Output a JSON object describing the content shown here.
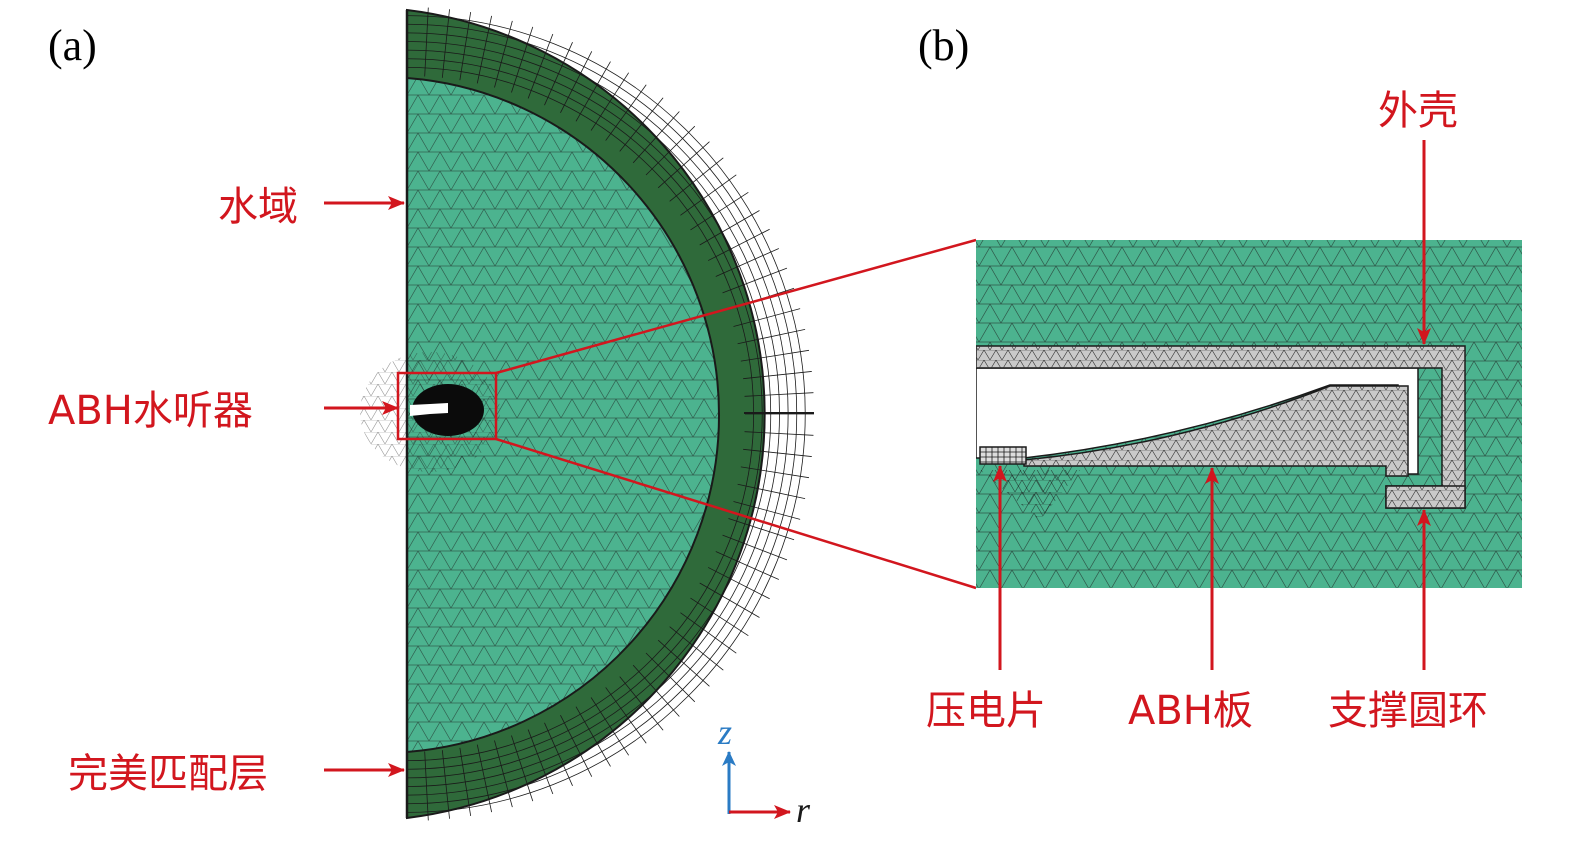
{
  "panels": {
    "a": {
      "label": "(a)"
    },
    "b": {
      "label": "(b)"
    }
  },
  "labels_a": {
    "water_domain": "水域",
    "hydrophone": "ABH水听器",
    "pml": "完美匹配层"
  },
  "labels_b": {
    "shell": "外壳",
    "piezo": "压电片",
    "abh_plate": "ABH板",
    "support_ring": "支撑圆环"
  },
  "axes": {
    "z": "z",
    "r": "r"
  },
  "colors": {
    "water": "#4cb38f",
    "pml": "#2f6a3a",
    "solid": "#c9c9c9",
    "annotation": "#d2161e",
    "axis_z": "#2a7bc4",
    "axis_r": "#d2161e",
    "mesh": "#1a1a1a"
  }
}
